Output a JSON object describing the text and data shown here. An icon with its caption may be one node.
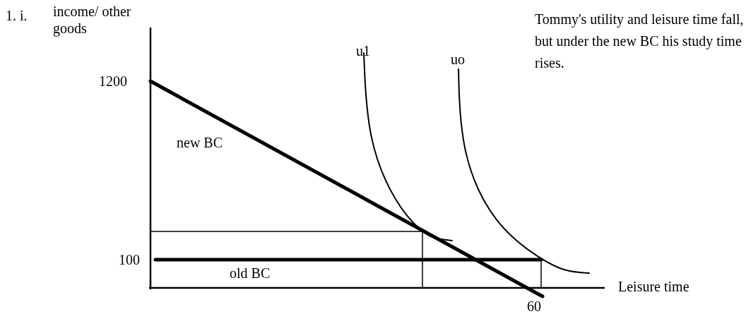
{
  "diagram": {
    "labels": [
      "1. i.",
      "income/ other goods",
      "u1",
      "uo",
      "Tommy's utility and leisure time fall, but under the new BC his study time rises.",
      "1200",
      "new BC",
      "100",
      "old BC",
      "Leisure time",
      "60"
    ]
  }
}
